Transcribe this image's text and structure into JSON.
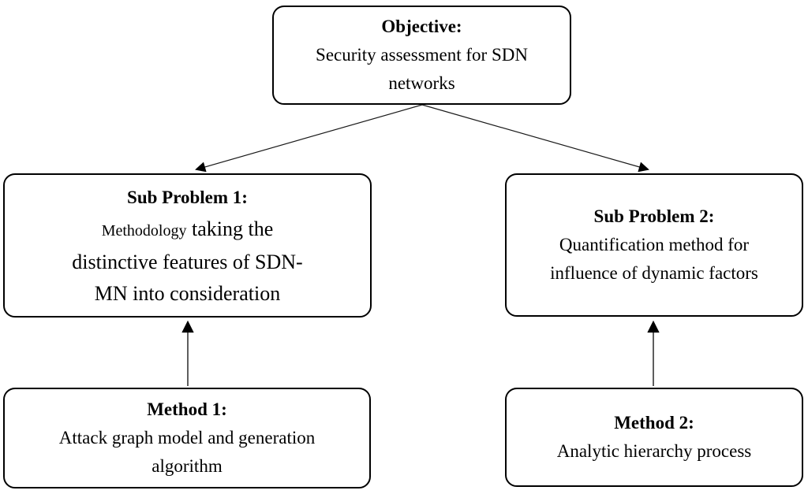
{
  "diagram": {
    "objective": {
      "title": "Objective:",
      "body": [
        "Security assessment for SDN",
        "networks"
      ]
    },
    "sub_problem_1": {
      "title": "Sub Problem 1:",
      "body_word_small": "Methodology",
      "body_line1_rest": " taking the",
      "body_line2": "distinctive features of SDN-",
      "body_line3": "MN into consideration"
    },
    "sub_problem_2": {
      "title": "Sub Problem 2:",
      "body": [
        "Quantification method for",
        "influence of dynamic factors"
      ]
    },
    "method_1": {
      "title": "Method 1:",
      "body": [
        "Attack graph model and generation",
        "algorithm"
      ]
    },
    "method_2": {
      "title": "Method 2:",
      "body": [
        "Analytic hierarchy process"
      ]
    },
    "colors": {
      "background": "#ffffff",
      "border": "#000000",
      "text": "#000000",
      "arrow": "#000000"
    }
  }
}
